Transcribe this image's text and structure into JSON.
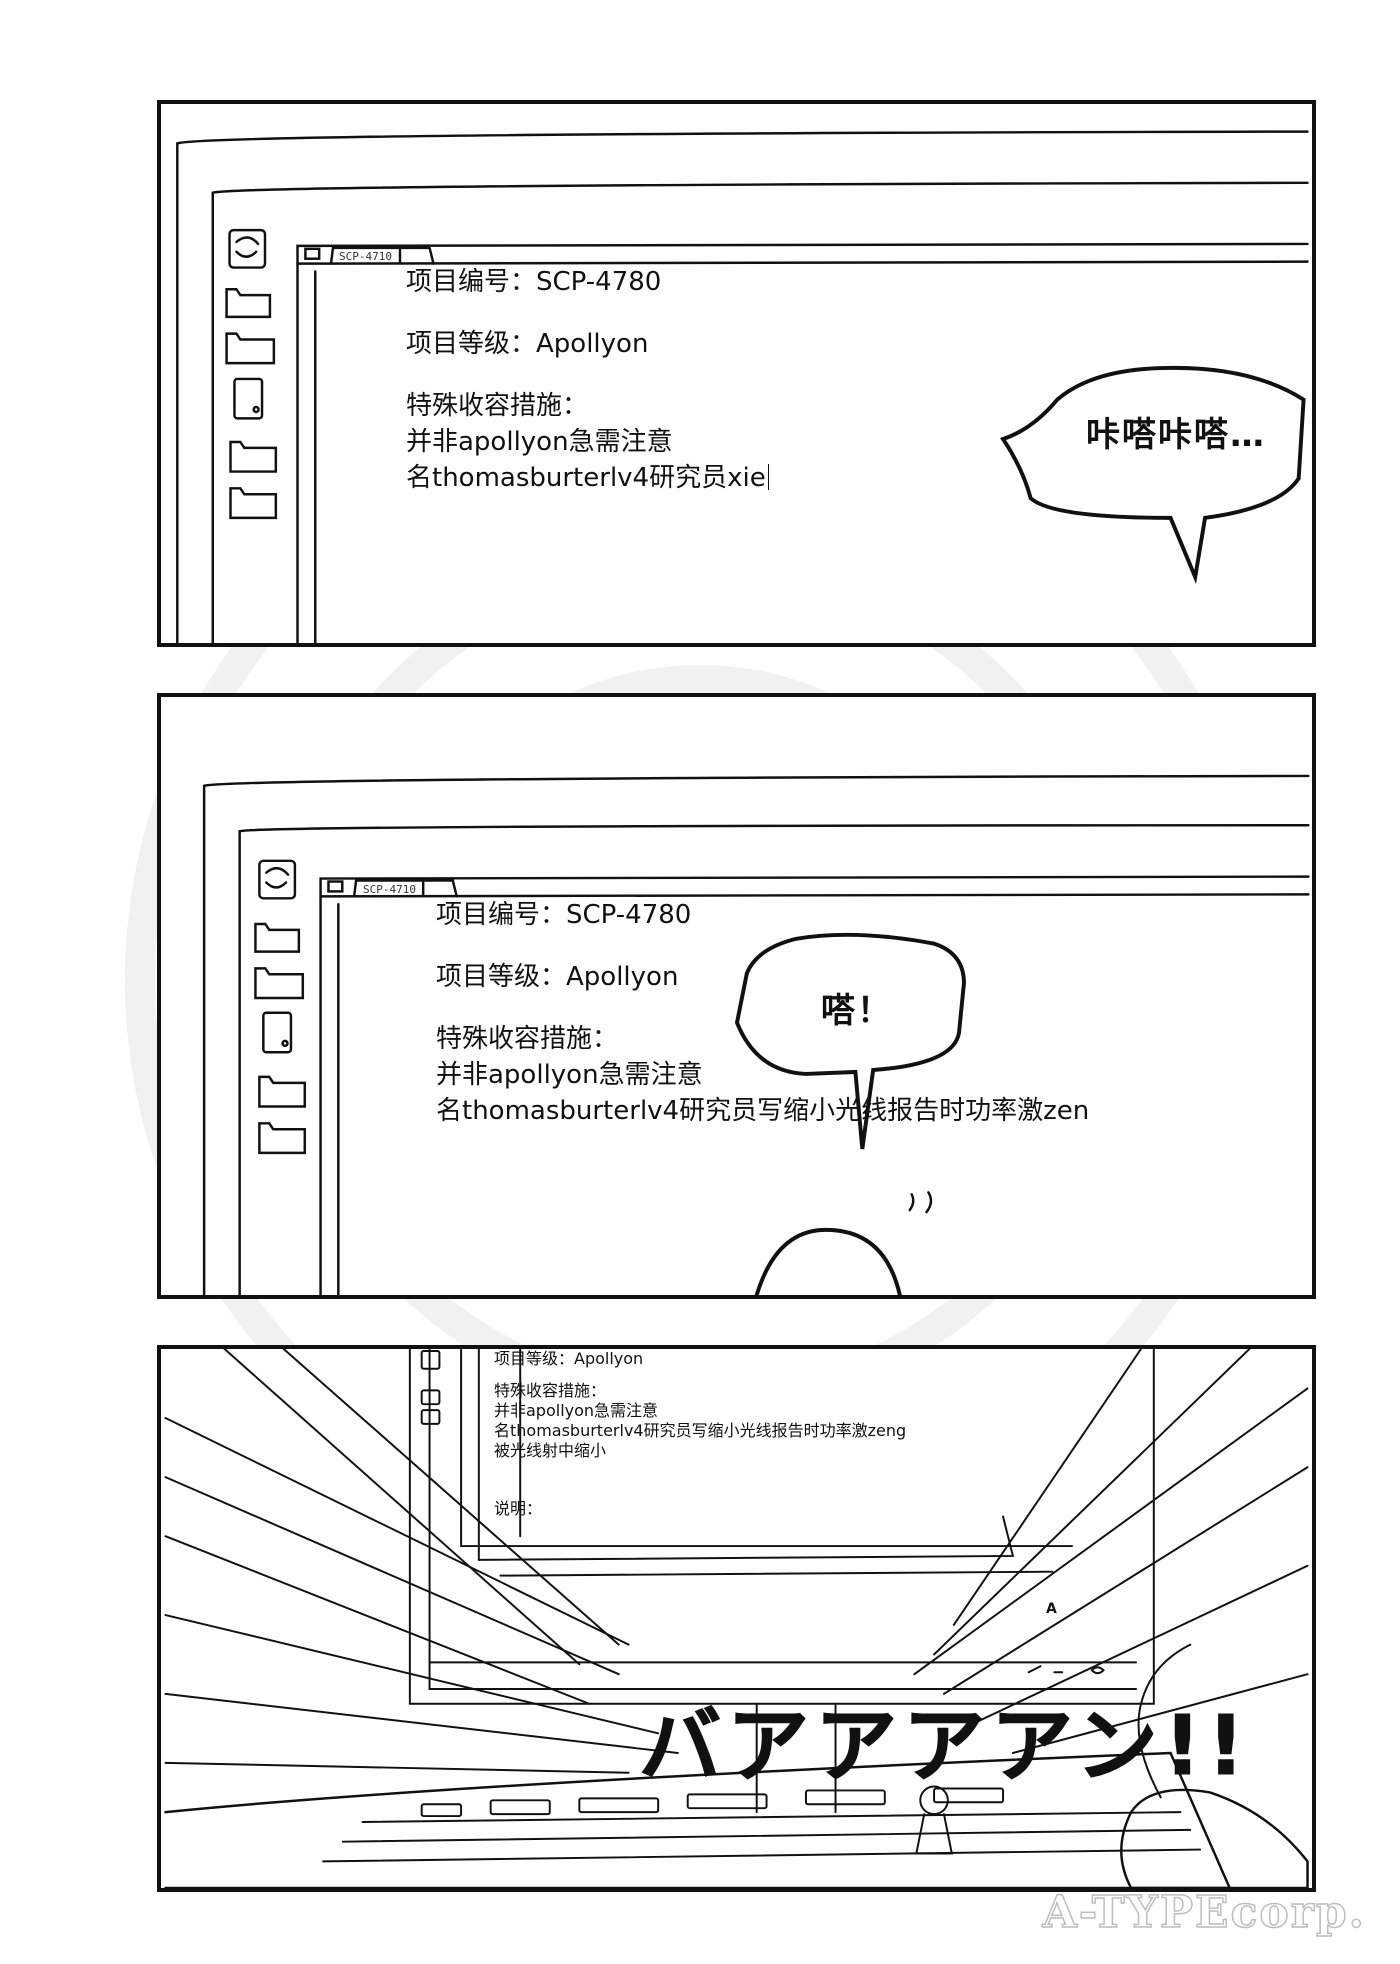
{
  "panel1": {
    "tab_title": "SCP-4710",
    "doc": {
      "item_number": "项目编号：SCP-4780",
      "item_class": "项目等级：Apollyon",
      "procedures_heading": "特殊收容措施：",
      "line1": "并非apollyon急需注意",
      "line2": "名thomasburterlv4研究员xie"
    },
    "bubble": "咔嗒咔嗒…"
  },
  "panel2": {
    "tab_title": "SCP-4710",
    "doc": {
      "item_number": "项目编号：SCP-4780",
      "item_class": "项目等级：Apollyon",
      "procedures_heading": "特殊收容措施：",
      "line1": "并非apollyon急需注意",
      "line2": "名thomasburterlv4研究员写缩小光线报告时功率激zen"
    },
    "bubble": "嗒！"
  },
  "panel3": {
    "doc": {
      "item_class": "项目等级：Apollyon",
      "procedures_heading": "特殊收容措施：",
      "line1": "并非apollyon急需注意",
      "line2": "名thomasburterlv4研究员写缩小光线报告时功率激zeng",
      "line3": "被光线射中缩小",
      "description": "说明："
    },
    "taskbar_glyph": "A",
    "sfx": "バアアアアン!!"
  },
  "credit": "A-TYPEcorp."
}
